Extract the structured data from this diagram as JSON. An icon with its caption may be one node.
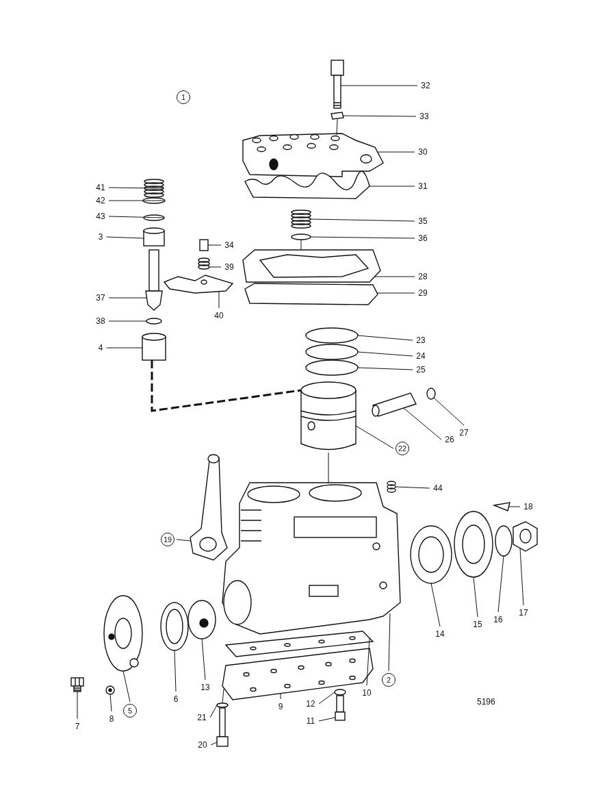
{
  "diagram": {
    "nodes": [
      {
        "text": [
          "1"
        ]
      },
      {
        "text": [
          "32"
        ]
      },
      {
        "text": [
          "33"
        ]
      },
      {
        "text": [
          "30"
        ]
      },
      {
        "text": [
          "31"
        ]
      },
      {
        "text": [
          "41"
        ]
      },
      {
        "text": [
          "42"
        ]
      },
      {
        "text": [
          "43"
        ]
      },
      {
        "text": [
          "35"
        ]
      },
      {
        "text": [
          "3"
        ]
      },
      {
        "text": [
          "36"
        ]
      },
      {
        "text": [
          "34"
        ]
      },
      {
        "text": [
          "39"
        ]
      },
      {
        "text": [
          "28"
        ]
      },
      {
        "text": [
          "29"
        ]
      },
      {
        "text": [
          "37"
        ]
      },
      {
        "text": [
          "40"
        ]
      },
      {
        "text": [
          "38"
        ]
      },
      {
        "text": [
          "23"
        ]
      },
      {
        "text": [
          "4"
        ]
      },
      {
        "text": [
          "24"
        ]
      },
      {
        "text": [
          "25"
        ]
      },
      {
        "text": [
          "27"
        ]
      },
      {
        "text": [
          "26"
        ]
      },
      {
        "text": [
          "22"
        ]
      },
      {
        "text": [
          "44"
        ]
      },
      {
        "text": [
          "18"
        ]
      },
      {
        "text": [
          "19"
        ]
      },
      {
        "text": [
          "17"
        ]
      },
      {
        "text": [
          "16"
        ]
      },
      {
        "text": [
          "15"
        ]
      },
      {
        "text": [
          "14"
        ]
      },
      {
        "text": [
          "2"
        ]
      },
      {
        "text": [
          "13"
        ]
      },
      {
        "text": [
          "10"
        ]
      },
      {
        "text": [
          "9"
        ]
      },
      {
        "text": [
          "6"
        ]
      },
      {
        "text": [
          "5"
        ]
      },
      {
        "text": [
          "12"
        ]
      },
      {
        "text": [
          "21"
        ]
      },
      {
        "text": [
          "8"
        ]
      },
      {
        "text": [
          "11"
        ]
      },
      {
        "text": [
          "7"
        ]
      },
      {
        "text": [
          "20"
        ]
      },
      {
        "text": [],
        "shape": "picture"
      },
      {
        "text": [],
        "shape": "box"
      },
      {
        "text": [],
        "shape": "picture"
      },
      {
        "text": [],
        "shape": "picture"
      },
      {
        "text": [],
        "shape": "picture"
      },
      {
        "text": [],
        "shape": "circle"
      },
      {
        "text": [],
        "shape": "circle"
      },
      {
        "text": [],
        "shape": "picture"
      },
      {
        "text": [],
        "shape": "cylinder"
      },
      {
        "text": [],
        "shape": "circle"
      },
      {
        "text": [],
        "shape": "box"
      },
      {
        "text": [],
        "shape": "picture"
      },
      {
        "text": [],
        "shape": "picture"
      },
      {
        "text": [],
        "shape": "picture"
      },
      {
        "text": [],
        "shape": "picture"
      },
      {
        "text": [],
        "shape": "picture"
      },
      {
        "text": [],
        "shape": "circle"
      },
      {
        "text": [],
        "shape": "circle"
      },
      {
        "text": [],
        "shape": "cylinder"
      },
      {
        "text": [],
        "shape": "circle"
      },
      {
        "text": [],
        "shape": "circle"
      },
      {
        "text": [],
        "shape": "circle"
      },
      {
        "text": [],
        "shape": "picture"
      },
      {
        "text": [],
        "shape": "picture"
      },
      {
        "text": [],
        "shape": "picture"
      },
      {
        "text": [],
        "shape": "triangle"
      },
      {
        "text": [],
        "shape": "picture"
      },
      {
        "text": [],
        "shape": "picture"
      },
      {
        "text": [],
        "shape": "circle"
      },
      {
        "text": [],
        "shape": "picture"
      },
      {
        "text": [],
        "shape": "picture"
      },
      {
        "text": [],
        "shape": "picture"
      },
      {
        "text": [],
        "shape": "picture"
      },
      {
        "text": [],
        "shape": "picture"
      },
      {
        "text": [],
        "shape": "picture"
      },
      {
        "text": [],
        "shape": "picture"
      },
      {
        "text": [],
        "shape": "picture"
      },
      {
        "text": [],
        "shape": "circle"
      },
      {
        "text": [],
        "shape": "circle"
      },
      {
        "text": [],
        "shape": "picture"
      },
      {
        "text": [],
        "shape": "picture"
      },
      {
        "text": [],
        "shape": "picture"
      },
      {
        "text": [],
        "shape": "picture"
      }
    ],
    "edges": [
      {
        "from": 1,
        "to": 44,
        "arrow": "none"
      },
      {
        "from": 2,
        "to": 45,
        "arrow": "none"
      },
      {
        "from": 3,
        "to": 46,
        "arrow": "none"
      },
      {
        "from": 4,
        "to": 47,
        "arrow": "none"
      },
      {
        "from": 5,
        "to": 48,
        "arrow": "none"
      },
      {
        "from": 6,
        "to": 49,
        "arrow": "none"
      },
      {
        "from": 7,
        "to": 50,
        "arrow": "none"
      },
      {
        "from": 8,
        "to": 51,
        "arrow": "none"
      },
      {
        "from": 9,
        "to": 52,
        "arrow": "none"
      },
      {
        "from": 10,
        "to": 53,
        "arrow": "none"
      },
      {
        "from": 11,
        "to": 54,
        "arrow": "none"
      },
      {
        "from": 12,
        "to": 55,
        "arrow": "none"
      },
      {
        "from": 13,
        "to": 56,
        "arrow": "none"
      },
      {
        "from": 14,
        "to": 58,
        "arrow": "none"
      },
      {
        "from": 15,
        "to": 57,
        "arrow": "none"
      },
      {
        "from": 16,
        "to": 59,
        "arrow": "none"
      },
      {
        "from": 17,
        "to": 60,
        "arrow": "none"
      },
      {
        "from": 18,
        "to": 61,
        "arrow": "none"
      },
      {
        "from": 19,
        "to": 62,
        "arrow": "none"
      },
      {
        "from": 20,
        "to": 63,
        "arrow": "none"
      },
      {
        "from": 21,
        "to": 64,
        "arrow": "none"
      },
      {
        "from": 22,
        "to": 65,
        "arrow": "none"
      },
      {
        "from": 23,
        "to": 66,
        "arrow": "none"
      },
      {
        "from": 24,
        "to": 67,
        "arrow": "none"
      },
      {
        "from": 25,
        "to": 68,
        "arrow": "none"
      },
      {
        "from": 26,
        "to": 69,
        "arrow": "none"
      },
      {
        "from": 27,
        "to": 70,
        "arrow": "none"
      },
      {
        "from": 28,
        "to": 71,
        "arrow": "none"
      },
      {
        "from": 29,
        "to": 72,
        "arrow": "none"
      },
      {
        "from": 30,
        "to": 73,
        "arrow": "none"
      },
      {
        "from": 31,
        "to": 74,
        "arrow": "none"
      },
      {
        "from": 32,
        "to": 75,
        "arrow": "none"
      },
      {
        "from": 33,
        "to": 76,
        "arrow": "none"
      },
      {
        "from": 34,
        "to": 77,
        "arrow": "none"
      },
      {
        "from": 35,
        "to": 78,
        "arrow": "none"
      },
      {
        "from": 36,
        "to": 79,
        "arrow": "none"
      },
      {
        "from": 37,
        "to": 80,
        "arrow": "none"
      },
      {
        "from": 38,
        "to": 81,
        "arrow": "none"
      },
      {
        "from": 39,
        "to": 82,
        "arrow": "none"
      },
      {
        "from": 40,
        "to": 83,
        "arrow": "none"
      },
      {
        "from": 41,
        "to": 84,
        "arrow": "none"
      },
      {
        "from": 42,
        "to": 85,
        "arrow": "none"
      },
      {
        "from": 43,
        "to": 86,
        "arrow": "none"
      },
      {
        "from": 45,
        "to": 46,
        "arrow": "none"
      },
      {
        "from": 53,
        "to": 56,
        "arrow": "none"
      },
      {
        "from": 62,
        "to": 67,
        "arrow": "none",
        "style": "dashed"
      },
      {
        "from": 67,
        "to": 75,
        "arrow": "none"
      },
      {
        "from": 78,
        "to": 82,
        "arrow": "none"
      }
    ],
    "labels": [
      "5196"
    ]
  }
}
